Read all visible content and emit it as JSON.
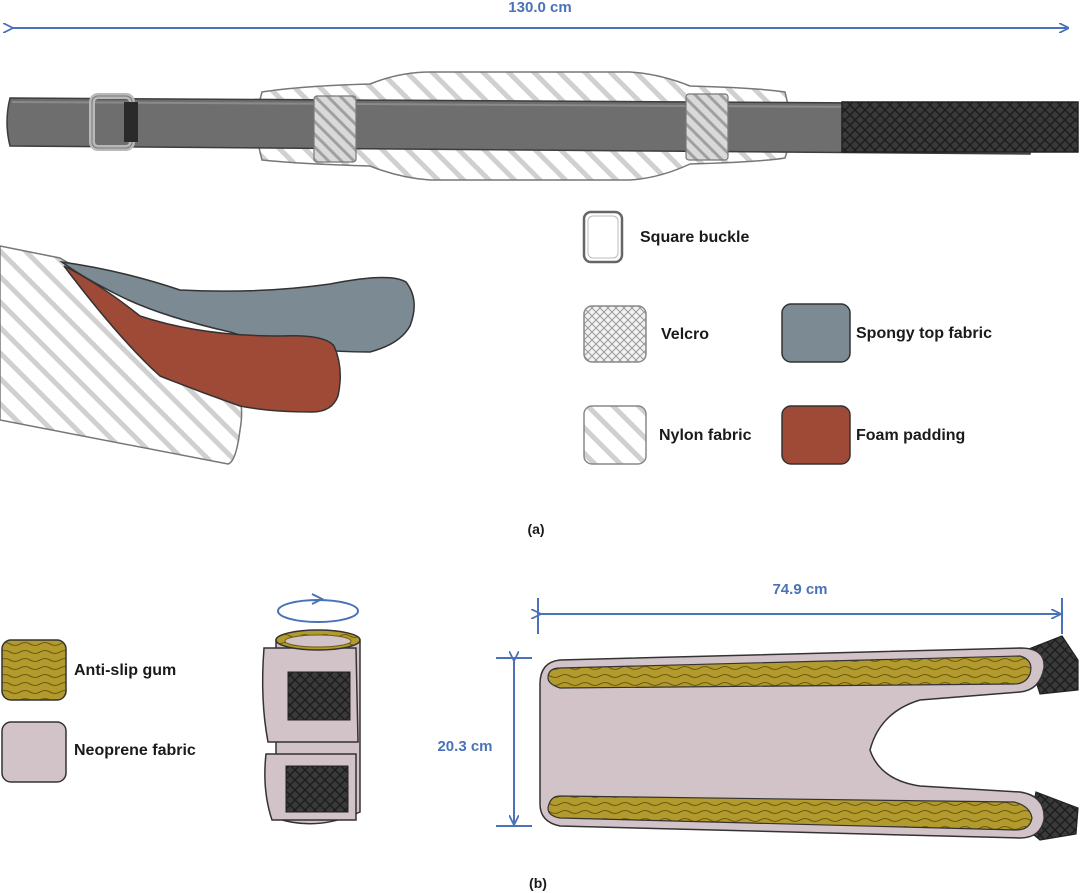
{
  "figure_a": {
    "dimension_label": "130.0 cm",
    "caption": "(a)",
    "legend": {
      "square_buckle": "Square buckle",
      "velcro": "Velcro",
      "spongy_top_fabric": "Spongy top fabric",
      "nylon_fabric": "Nylon fabric",
      "foam_padding": "Foam padding"
    }
  },
  "figure_b": {
    "width_label": "74.9 cm",
    "height_label": "20.3 cm",
    "caption": "(b)",
    "legend": {
      "anti_slip_gum": "Anti-slip gum",
      "neoprene_fabric": "Neoprene fabric"
    }
  },
  "colors": {
    "strap_gray": "#6e6e6e",
    "spongy_fabric": "#7c8a93",
    "foam_padding": "#9e4a37",
    "neoprene": "#d2c3c9",
    "anti_slip_gum": "#b39a2c",
    "velcro_dark": "#3a3a3a",
    "dimension_blue": "#4a72b8"
  }
}
